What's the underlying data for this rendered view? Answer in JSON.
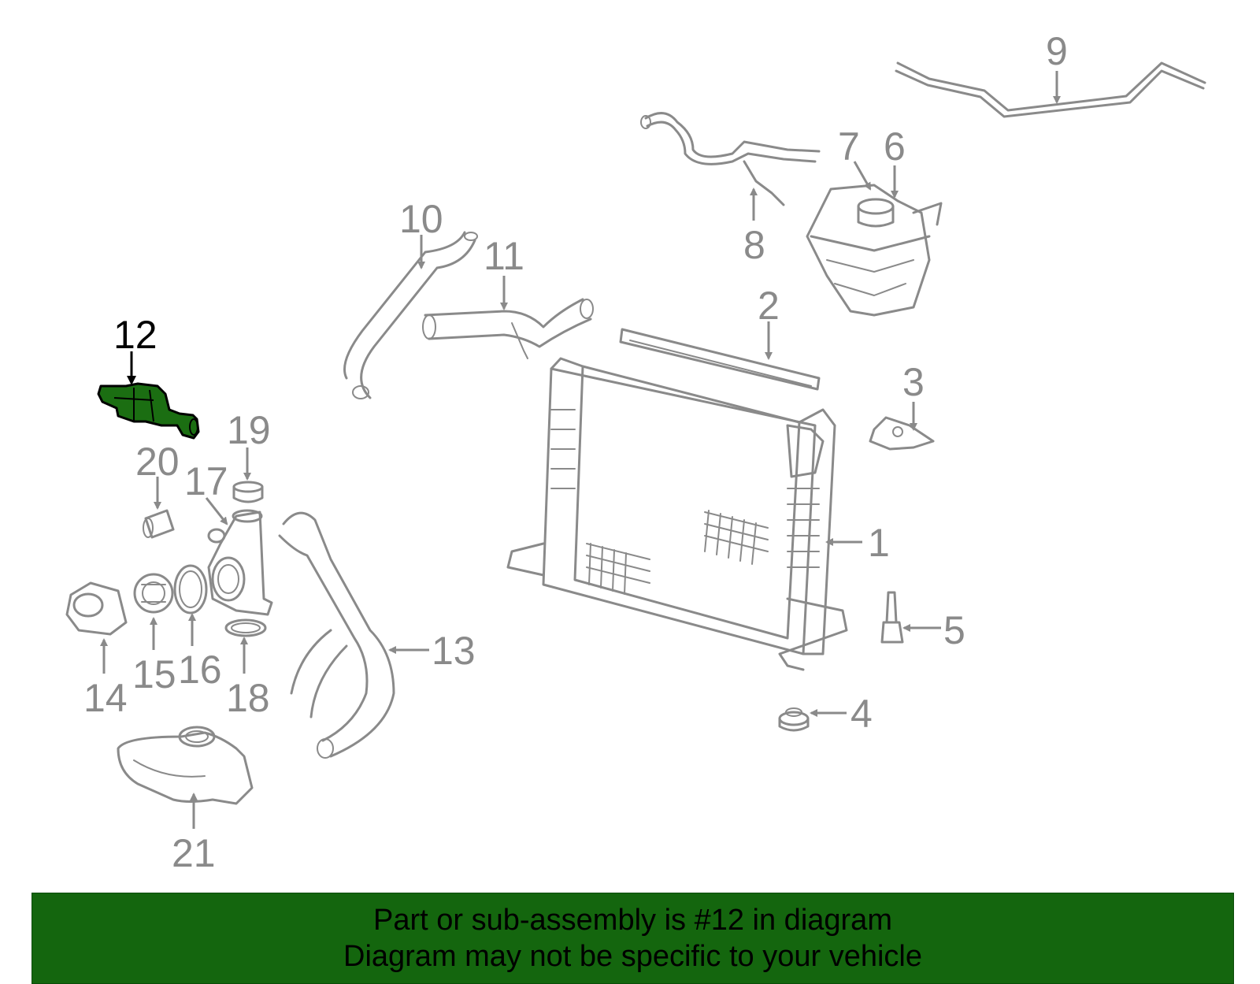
{
  "diagram": {
    "highlighted_part": "12",
    "colors": {
      "line": "#8a8a8a",
      "highlight_fill": "#1b6e12",
      "highlight_stroke": "#000000",
      "banner": "#14660e"
    },
    "callouts": [
      "1",
      "2",
      "3",
      "4",
      "5",
      "6",
      "7",
      "8",
      "9",
      "10",
      "11",
      "12",
      "13",
      "14",
      "15",
      "16",
      "17",
      "18",
      "19",
      "20",
      "21"
    ]
  },
  "banner": {
    "line1": "Part or sub-assembly is #12 in diagram",
    "line2": "Diagram may not be specific to your vehicle"
  }
}
